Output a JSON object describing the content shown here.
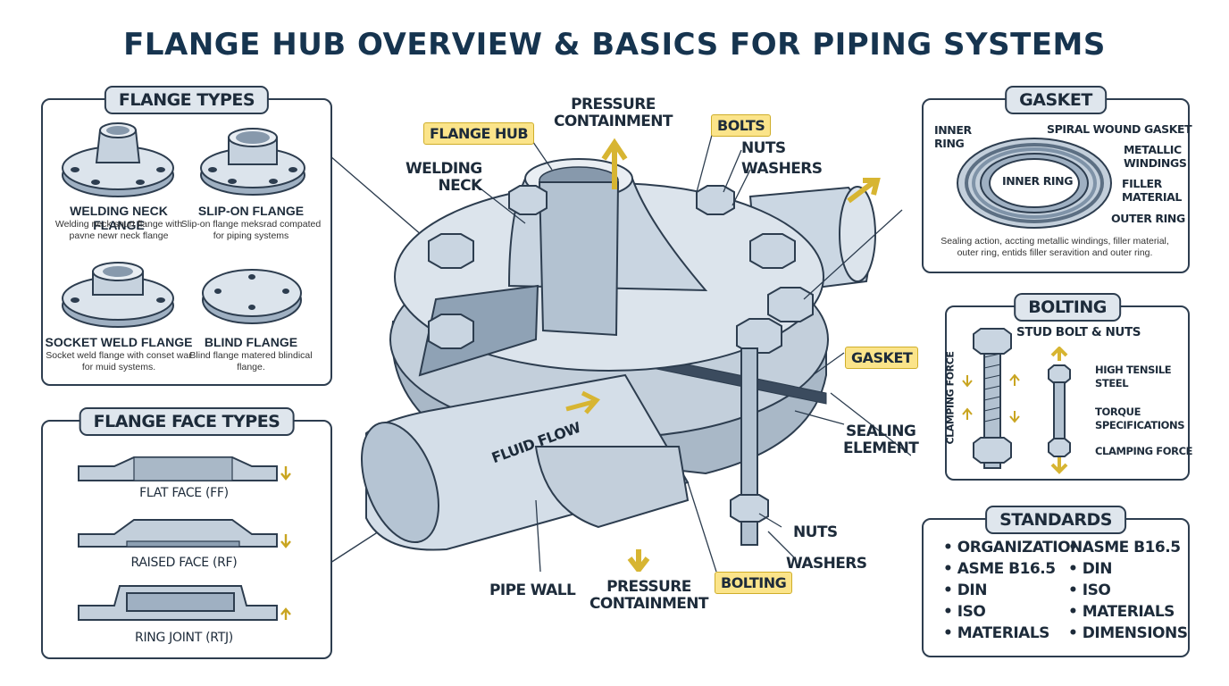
{
  "title": "FLANGE HUB OVERVIEW & BASICS FOR PIPING SYSTEMS",
  "flange_types": {
    "heading": "FLANGE TYPES",
    "items": [
      {
        "name": "WELDING NECK FLANGE",
        "desc": "Welding neck snurt flange with pavne newr neck flange"
      },
      {
        "name": "SLIP-ON FLANGE",
        "desc": "Slip-on flange meksrad compated for piping systems"
      },
      {
        "name": "SOCKET WELD FLANGE",
        "desc": "Socket weld flange with conset war for muid systems."
      },
      {
        "name": "BLIND FLANGE",
        "desc": "Blind flange matered blindical flange."
      }
    ]
  },
  "face_types": {
    "heading": "FLANGE FACE TYPES",
    "items": [
      {
        "name": "FLAT FACE (FF)"
      },
      {
        "name": "RAISED FACE (RF)"
      },
      {
        "name": "RING JOINT (RTJ)"
      }
    ]
  },
  "center": {
    "flange_hub": "FLANGE HUB",
    "pressure_top": "PRESSURE\nCONTAINMENT",
    "bolts": "BOLTS",
    "nuts_top": "NUTS",
    "washers_top": "WASHERS",
    "welding_neck": "WELDING\nNECK",
    "fluid_flow": "FLUID FLOW",
    "gasket": "GASKET",
    "sealing_element": "SEALING\nELEMENT",
    "nuts_bottom": "NUTS",
    "washers_bottom": "WASHERS",
    "pipe_wall": "PIPE WALL",
    "pressure_bottom": "PRESSURE\nCONTAINMENT",
    "bolting": "BOLTING"
  },
  "gasket": {
    "heading": "GASKET",
    "inner_ring_label": "INNER\nRING",
    "spiral_wound": "SPIRAL WOUND GASKET",
    "metallic_windings": "METALLIC\nWINDINGS",
    "inner_ring_center": "INNER RING",
    "filler_material": "FILLER\nMATERIAL",
    "outer_ring": "OUTER RING",
    "note": "Sealing action, accting metallic windings, filler material, outer ring, entids filler seravition and outer ring."
  },
  "bolting": {
    "heading": "BOLTING",
    "stud_bolt": "STUD BOLT & NUTS",
    "clamping_vertical": "CLAMPING FORCE",
    "high_tensile": "HIGH TENSILE\nSTEEL",
    "torque": "TORQUE\nSPECIFICATIONS",
    "clamping_force": "CLAMPING FORCE"
  },
  "standards": {
    "heading": "STANDARDS",
    "left": [
      "ORGANIZATION",
      "ASME B16.5",
      "DIN",
      "ISO",
      "MATERIALS"
    ],
    "right": [
      "ASME B16.5",
      "DIN",
      "ISO",
      "MATERIALS",
      "DIMENSIONS"
    ]
  },
  "colors": {
    "steel_light": "#e3eaf2",
    "steel_mid": "#b9c7d6",
    "steel_dark": "#7f93a8",
    "outline": "#2d3d4f",
    "highlight": "#fbe48a",
    "arrow": "#f2d04a"
  }
}
